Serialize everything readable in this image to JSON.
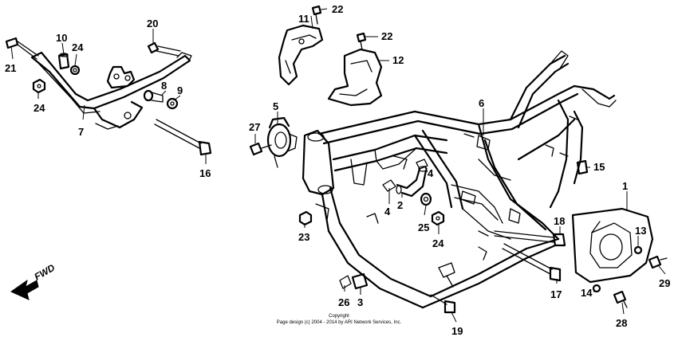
{
  "callouts": {
    "c1": "1",
    "c2": "2",
    "c3": "3",
    "c4a": "4",
    "c4b": "4",
    "c5": "5",
    "c6": "6",
    "c7": "7",
    "c8": "8",
    "c9": "9",
    "c10": "10",
    "c11": "11",
    "c12": "12",
    "c13": "13",
    "c14": "14",
    "c15": "15",
    "c16": "16",
    "c17": "17",
    "c18": "18",
    "c19": "19",
    "c20": "20",
    "c21": "21",
    "c22a": "22",
    "c22b": "22",
    "c23": "23",
    "c24a": "24",
    "c24b": "24",
    "c24c": "24",
    "c25": "25",
    "c26": "26",
    "c27": "27",
    "c28": "28",
    "c29": "29"
  },
  "fwd_label": "FWD",
  "copyright": {
    "line1": "Copyright",
    "line2": "Page design (c) 2004 - 2014 by ARI Network Services, Inc."
  }
}
